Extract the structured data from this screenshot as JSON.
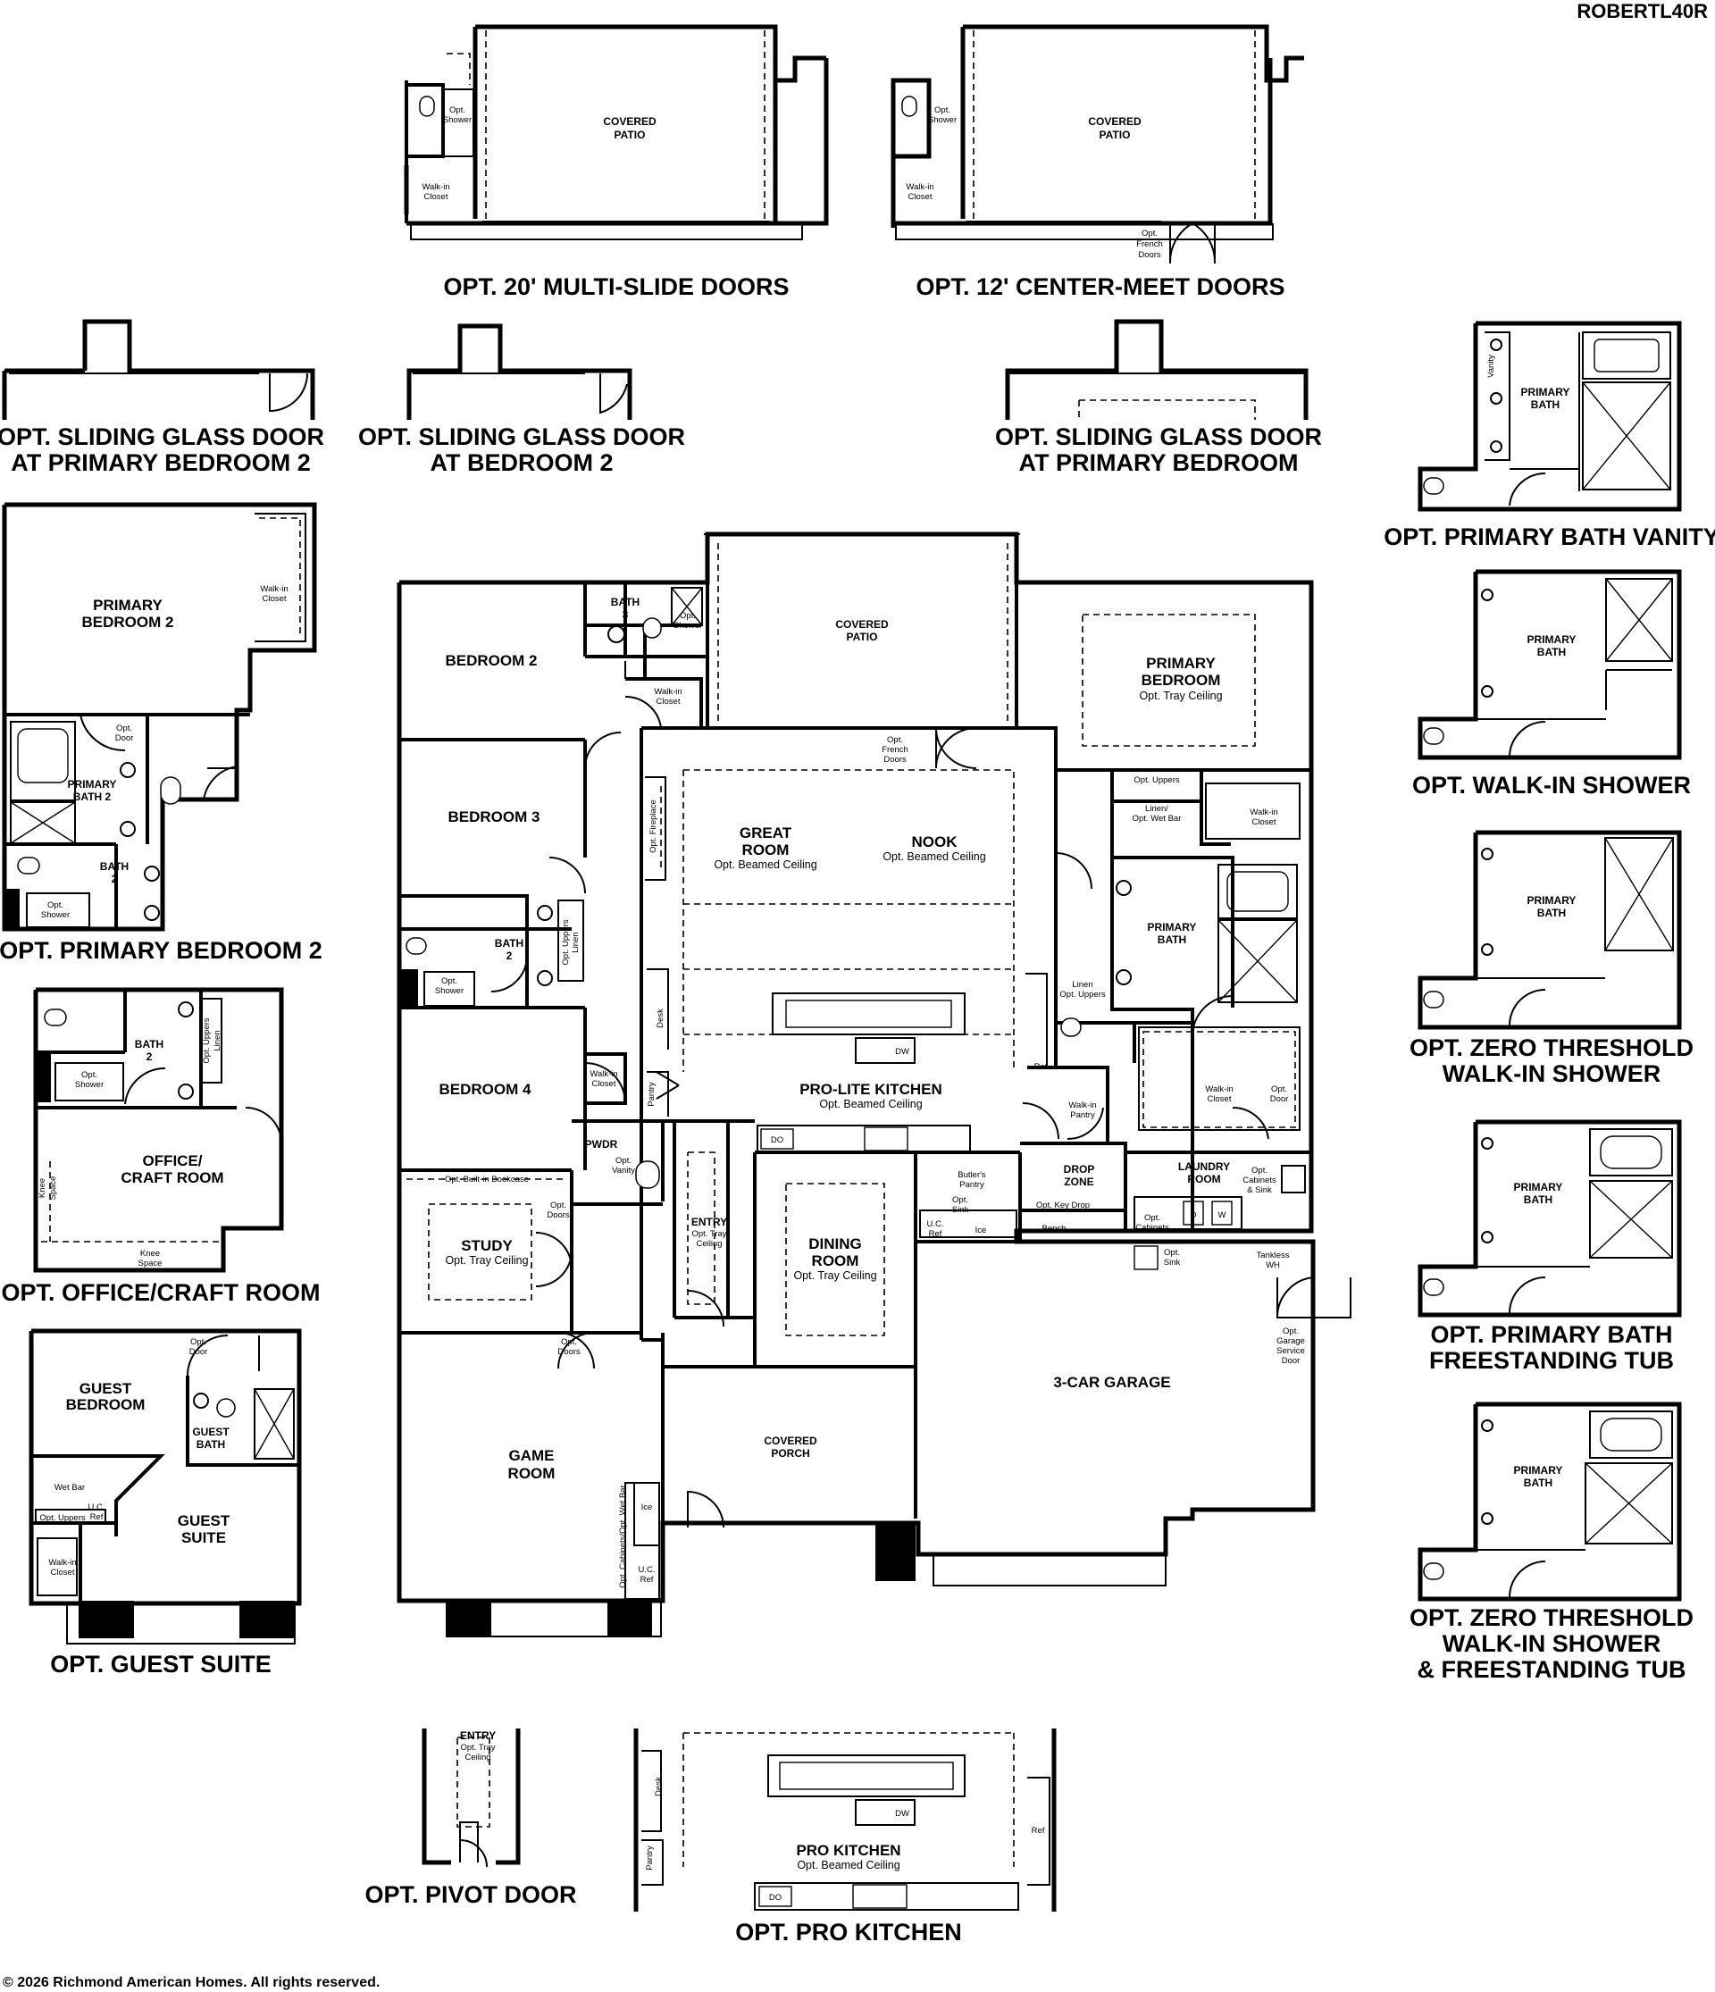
{
  "plan_code": "ROBERTL40R",
  "copyright": "© 2026 Richmond American Homes. All rights reserved.",
  "captions": {
    "multi_slide": "OPT. 20' MULTI-SLIDE DOORS",
    "center_meet": "OPT. 12' CENTER-MEET DOORS",
    "sgd_pb2_line1": "OPT. SLIDING GLASS DOOR",
    "sgd_pb2_line2": "AT PRIMARY BEDROOM 2",
    "sgd_b2_line1": "OPT. SLIDING GLASS DOOR",
    "sgd_b2_line2": "AT BEDROOM 2",
    "sgd_pb_line1": "OPT. SLIDING GLASS DOOR",
    "sgd_pb_line2": "AT PRIMARY BEDROOM",
    "bath_vanity": "OPT. PRIMARY BATH VANITY",
    "walkin_shower": "OPT. WALK-IN SHOWER",
    "zero_line1": "OPT. ZERO THRESHOLD",
    "zero_line2": "WALK-IN SHOWER",
    "tub_line1": "OPT. PRIMARY BATH",
    "tub_line2": "FREESTANDING TUB",
    "zerotub_line1": "OPT. ZERO THRESHOLD",
    "zerotub_line2": "WALK-IN SHOWER",
    "zerotub_line3": "& FREESTANDING TUB",
    "primary_bed2": "OPT. PRIMARY BEDROOM 2",
    "office": "OPT. OFFICE/CRAFT ROOM",
    "guest_suite": "OPT. GUEST SUITE",
    "pivot_door": "OPT. PIVOT DOOR",
    "pro_kitchen": "OPT. PRO KITCHEN"
  },
  "labels": {
    "covered": "COVERED",
    "patio": "PATIO",
    "porch": "PORCH",
    "opt": "Opt.",
    "shower": "Shower",
    "walk_in": "Walk-in",
    "closet": "Closet",
    "french": "French",
    "doors": "Doors",
    "door": "Door",
    "vanity": "Vanity",
    "primary": "PRIMARY",
    "bath": "BATH",
    "bath3": "3",
    "bath2": "2",
    "primary_bath2": "BATH 2",
    "bedroom": "BEDROOM",
    "bedroom2": "BEDROOM 2",
    "bedroom3": "BEDROOM 3",
    "bedroom4": "BEDROOM 4",
    "opt_tray": "Opt. Tray Ceiling",
    "great": "GREAT",
    "room": "ROOM",
    "nook": "NOOK",
    "opt_beamed": "Opt. Beamed Ceiling",
    "opt_fireplace": "Opt. Fireplace",
    "opt_uppers": "Opt. Uppers",
    "linen_wet": "Linen/",
    "opt_wet_bar": "Opt. Wet Bar",
    "linen": "Linen",
    "desk": "Desk",
    "pantry": "Pantry",
    "dw": "DW",
    "do": "DO",
    "ref": "Ref",
    "pro_lite": "PRO-LITE KITCHEN",
    "pro_kitchen": "PRO KITCHEN",
    "walkin_pantry": "Pantry",
    "pwdr": "PWDR",
    "opt_vanity": "Vanity",
    "opt_bookcase": "Opt. Built-in Bookcase",
    "study": "STUDY",
    "entry": "ENTRY",
    "opt_tray_short": "Opt. Tray",
    "ceiling": "Ceiling",
    "dining": "DINING",
    "butlers": "Butler's",
    "sink": "Sink",
    "uc": "U.C.",
    "ice": "Ice",
    "drop": "DROP",
    "zone": "ZONE",
    "key_drop": "Opt. Key Drop",
    "bench": "Bench",
    "laundry": "LAUNDRY",
    "cabinets_sink": "Cabinets",
    "amp_sink": "& Sink",
    "cabinets": "Cabinets",
    "d": "D",
    "w": "W",
    "tankless": "Tankless",
    "wh": "WH",
    "garage_service": "Garage",
    "service": "Service",
    "garage": "3-CAR GARAGE",
    "game": "GAME",
    "cab_wet_bar": "Opt. Cabinets/Opt. Wet Bar",
    "opt_ice": "Ice",
    "uc_ref": "U.C.",
    "office": "OFFICE/",
    "craft": "CRAFT ROOM",
    "knee": "Knee",
    "space": "Space",
    "guest": "GUEST",
    "suite": "SUITE",
    "wet_bar": "Wet Bar",
    "guest_bath": "BATH"
  }
}
